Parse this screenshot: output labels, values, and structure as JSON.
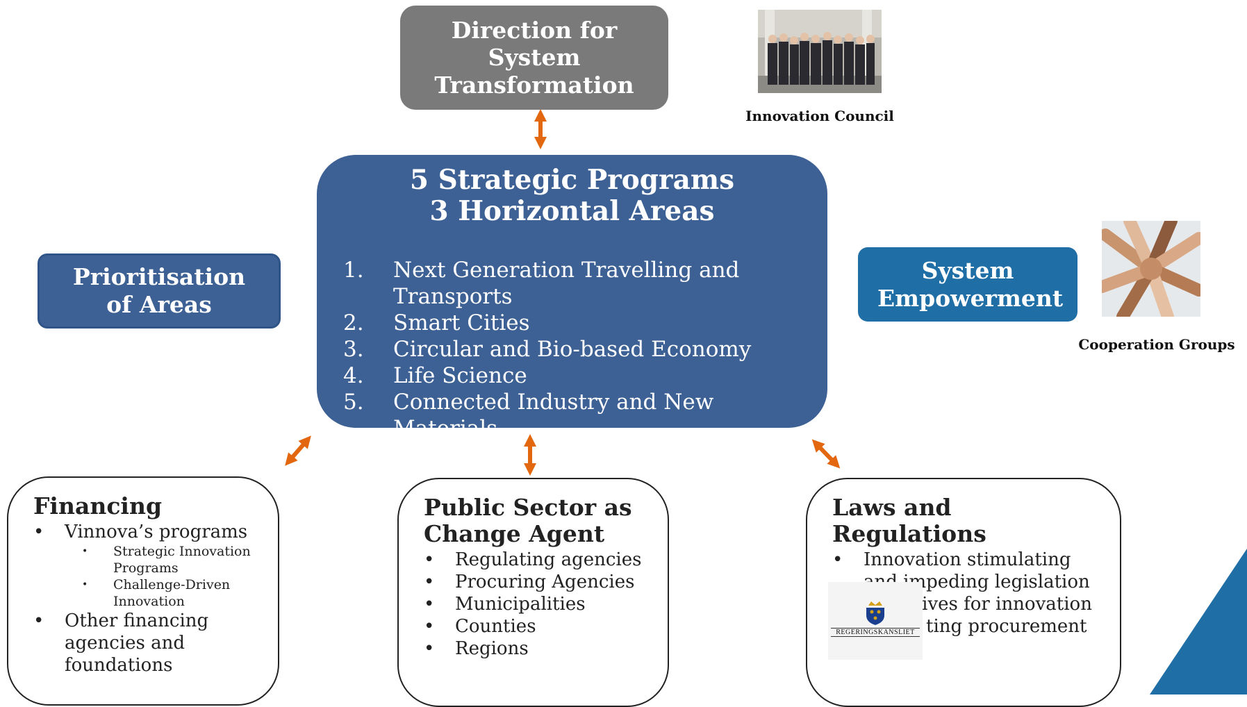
{
  "top_box": {
    "title": "Direction for System Transformation"
  },
  "innovation_council": {
    "caption": "Innovation Council"
  },
  "center_box": {
    "title_line1": "5 Strategic Programs",
    "title_line2": "3 Horizontal Areas",
    "items": [
      {
        "num": "1.",
        "label": "Next  Generation Travelling and Transports"
      },
      {
        "num": "2.",
        "label": "Smart Cities"
      },
      {
        "num": "3.",
        "label": "Circular and Bio-based Economy"
      },
      {
        "num": "4.",
        "label": "Life Science"
      },
      {
        "num": "5.",
        "label": "Connected Industry and New Materials"
      }
    ]
  },
  "prioritisation": {
    "title": "Prioritisation of Areas"
  },
  "empowerment": {
    "title": "System Empowerment"
  },
  "cooperation_groups": {
    "caption": "Cooperation Groups"
  },
  "financing": {
    "title": "Financing",
    "item1": "Vinnova’s programs",
    "sub1": "Strategic Innovation Programs",
    "sub2": "Challenge-Driven Innovation",
    "item2": "Other financing agencies and foundations"
  },
  "public_sector": {
    "title": "Public Sector as Change Agent",
    "items": [
      "Regulating agencies",
      "Procuring Agencies",
      "Municipalities",
      "Counties",
      "Regions"
    ]
  },
  "laws": {
    "title": "Laws and Regulations",
    "item1": "Innovation stimulating and impeding legislation",
    "item2": "Incentives for innovation",
    "item2_line2": "ting procurement"
  },
  "logo": {
    "text": "REGERINGSKANSLIET"
  },
  "colors": {
    "arrow": "#e2670f",
    "dark_blue": "#3d6194",
    "mid_blue": "#1f6ea6",
    "grey": "#7a7a7a"
  }
}
